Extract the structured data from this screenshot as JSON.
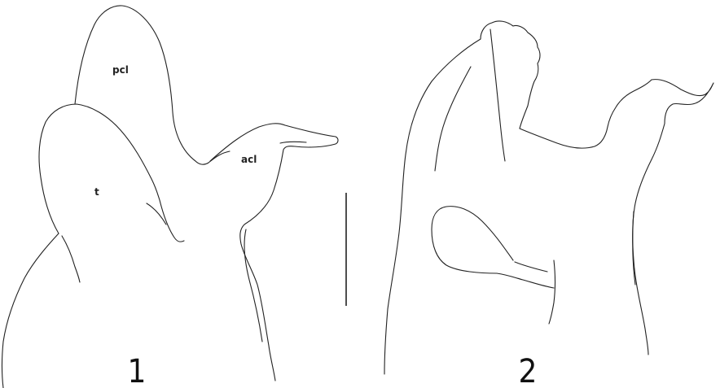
{
  "figure_1": {
    "number": "1",
    "labels": {
      "pcl": "pcl",
      "acl": "acl",
      "t": "t"
    }
  },
  "figure_2": {
    "number": "2"
  }
}
